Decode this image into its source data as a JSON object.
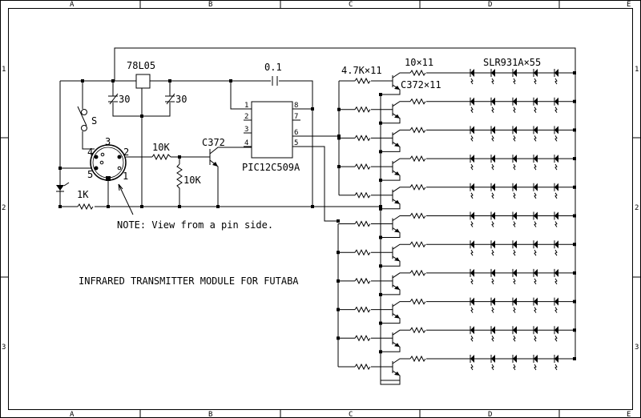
{
  "frame": {
    "columns": [
      "A",
      "B",
      "C",
      "D",
      "E"
    ],
    "rows": [
      "1",
      "2",
      "3"
    ]
  },
  "title": "INFRARED TRANSMITTER MODULE FOR FUTABA",
  "note": "NOTE: View from a pin side.",
  "components": {
    "regulator": "78L05",
    "cap_decoupling": "0.1",
    "cap_in": "30",
    "cap_out": "30",
    "switch": "S",
    "resistor_led": "1K",
    "resistor_base": "10K",
    "resistor_pulldown": "10K",
    "driver_transistor": "C372",
    "mcu": "PIC12C509A",
    "mcu_pins_left": [
      "1",
      "2",
      "3",
      "4"
    ],
    "mcu_pins_right": [
      "8",
      "7",
      "6",
      "5"
    ],
    "connector_pins": [
      "3",
      "2",
      "4",
      "5",
      "1"
    ],
    "base_resistors": "4.7K×11",
    "collector_resistors": "10×11",
    "array_transistors": "C372×11",
    "ir_leds": "SLR931A×55"
  },
  "array": {
    "rows": 11,
    "leds_per_row": 5
  }
}
